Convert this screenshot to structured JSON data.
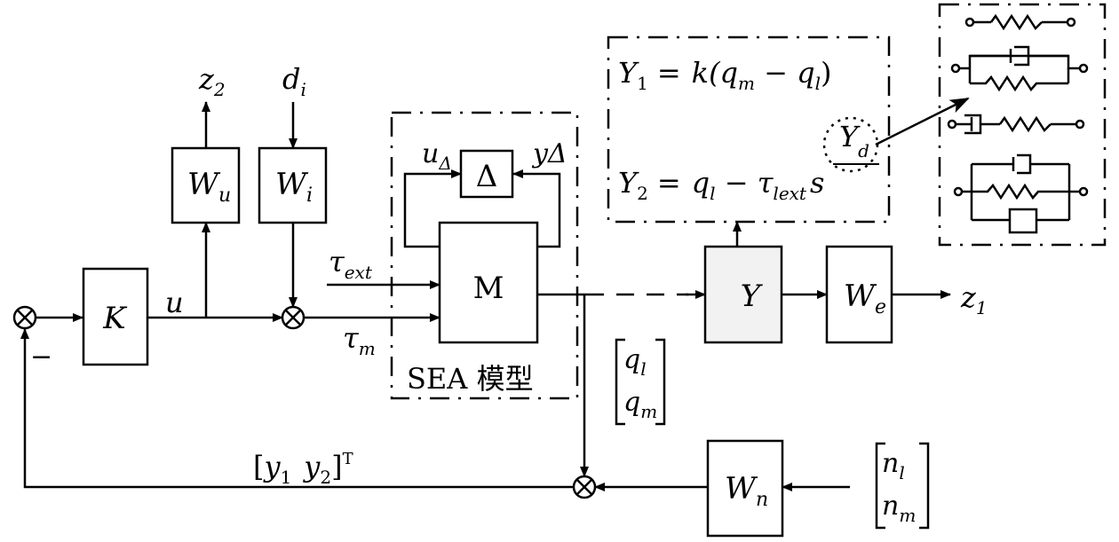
{
  "blocks": {
    "K": "K",
    "Wu": {
      "main": "W",
      "sub": "u"
    },
    "Wi": {
      "main": "W",
      "sub": "i"
    },
    "M": "M",
    "Delta": "Δ",
    "Y": "Y",
    "We": {
      "main": "W",
      "sub": "e"
    },
    "Wn": {
      "main": "W",
      "sub": "n"
    }
  },
  "signals": {
    "u": "u",
    "z2": {
      "main": "z",
      "sub": "2"
    },
    "di": {
      "main": "d",
      "sub": "i"
    },
    "u_delta": {
      "main": "u",
      "sub": "Δ"
    },
    "y_delta": "yΔ",
    "tau_ext": {
      "main": "τ",
      "sub": "ext"
    },
    "tau_m": {
      "main": "τ",
      "sub": "m"
    },
    "z1": {
      "main": "z",
      "sub": "1"
    },
    "minus": "−",
    "feedback": {
      "open": "[",
      "y1": "y",
      "y1sub": "1",
      "y2": "y",
      "y2sub": "2",
      "close": "]",
      "sup": "T"
    },
    "q_vec": {
      "q1": "q",
      "q1sub": "l",
      "q2": "q",
      "q2sub": "m"
    },
    "n_vec": {
      "n1": "n",
      "n1sub": "l",
      "n2": "n",
      "n2sub": "m"
    }
  },
  "sea_label": "SEA 模型",
  "equations": {
    "y1": {
      "lhs": "Y",
      "lhs_sub": "1",
      "eq": "=",
      "rhs": "k(q",
      "s1": "m",
      "mid": " − q",
      "s2": "l",
      "end": ")"
    },
    "y2": {
      "lhs": "Y",
      "lhs_sub": "2",
      "eq": "=",
      "q": "q",
      "qsub": "l",
      "minus": " − τ",
      "tsub": "lext",
      "tail": "s"
    },
    "yd": {
      "main": "Y",
      "sub": "d"
    }
  },
  "colors": {
    "line": "#000000",
    "panel": "#f2f2f2",
    "background": "#ffffff"
  }
}
